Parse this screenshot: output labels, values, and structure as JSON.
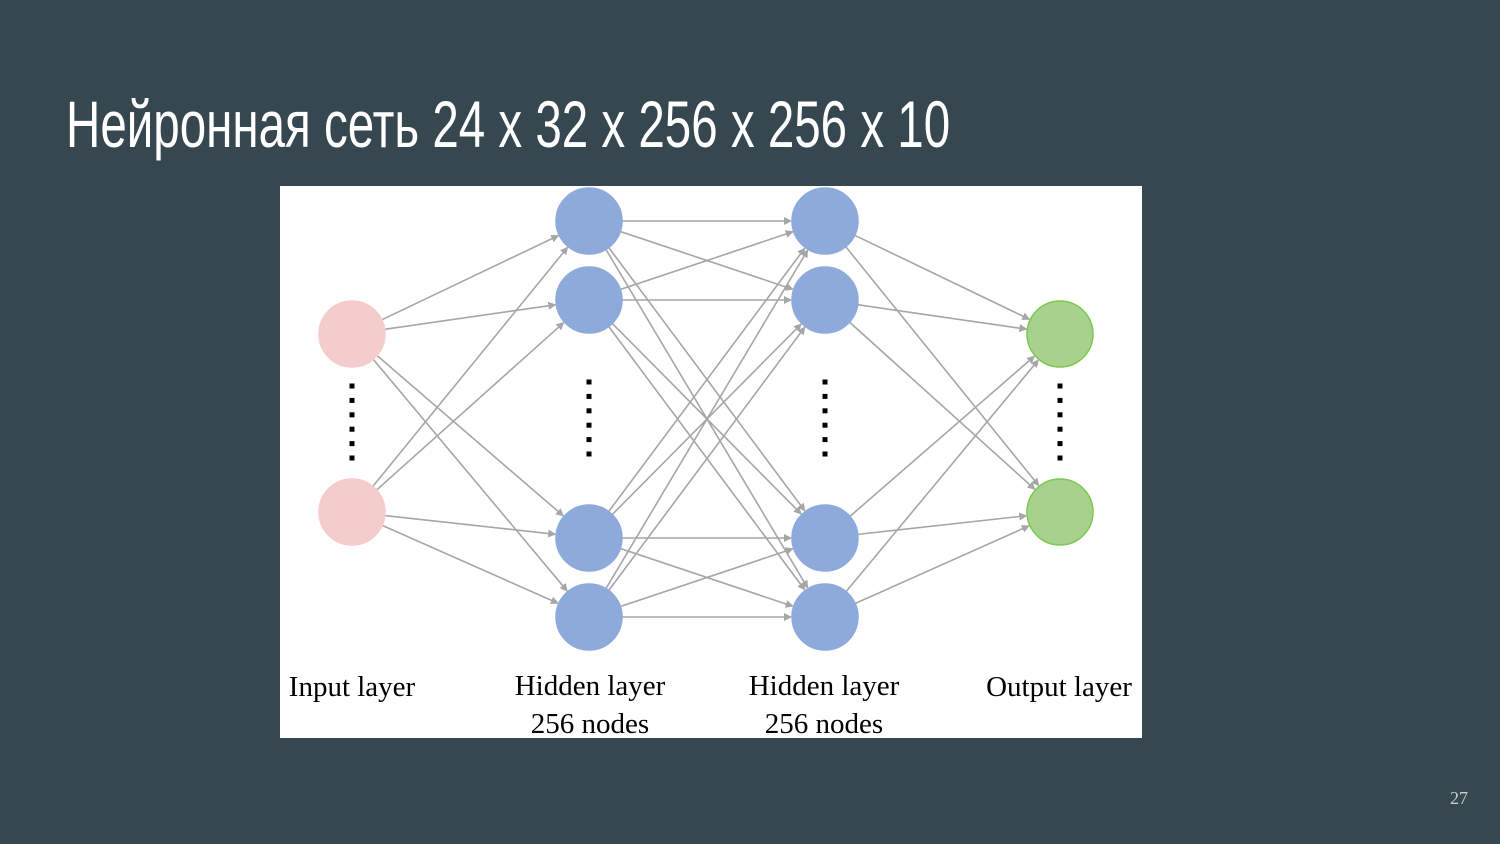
{
  "slide": {
    "title": "Нейронная сеть 24 x 32 x 256 x 256 x 10",
    "page_number": "27"
  },
  "diagram": {
    "type": "neural-network",
    "layers": [
      {
        "label": "Input layer",
        "sublabel": "",
        "color": "#f4cccc",
        "stroke": "#f4cccc",
        "shown_nodes": 2,
        "ellipsis": true
      },
      {
        "label": "Hidden layer",
        "sublabel": "256 nodes",
        "color": "#8eaadb",
        "stroke": "#8eaadb",
        "shown_nodes": 4,
        "ellipsis": true
      },
      {
        "label": "Hidden layer",
        "sublabel": "256 nodes",
        "color": "#8eaadb",
        "stroke": "#8eaadb",
        "shown_nodes": 4,
        "ellipsis": true
      },
      {
        "label": "Output layer",
        "sublabel": "",
        "color": "#a9d18e",
        "stroke": "#7ec850",
        "shown_nodes": 2,
        "ellipsis": true
      }
    ],
    "edge_color": "#a6a6a6",
    "connectivity": "fully-connected"
  }
}
